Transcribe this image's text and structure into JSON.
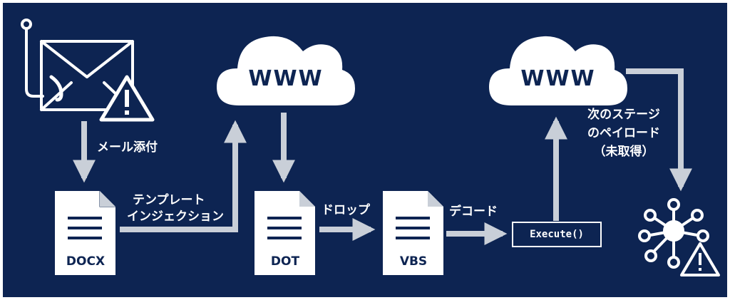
{
  "labels": {
    "attachment": "メール添付",
    "template_injection_line1": "テンプレート",
    "template_injection_line2": "インジェクション",
    "drop": "ドロップ",
    "decode": "デコード",
    "next_stage_line1": "次のステージ",
    "next_stage_line2": "のペイロード",
    "next_stage_line3": "（未取得）"
  },
  "documents": {
    "docx": "DOCX",
    "dot": "DOT",
    "vbs": "VBS"
  },
  "clouds": {
    "cloud1": "WWW",
    "cloud2": "WWW"
  },
  "execute": "Execute()",
  "icons": {
    "mail": "envelope-with-hook-icon",
    "warning": "warning-triangle-icon",
    "document": "document-icon",
    "cloud": "cloud-icon",
    "network": "network-hub-icon"
  },
  "colors": {
    "background": "#0d2452",
    "arrow": "#c9cfd8",
    "foreground": "#ffffff"
  }
}
